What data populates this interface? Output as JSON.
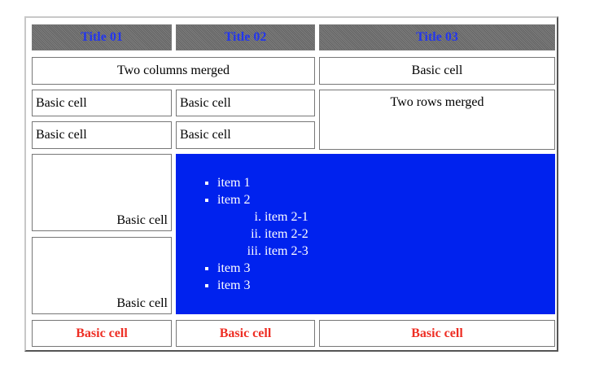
{
  "headers": [
    "Title 01",
    "Title 02",
    "Title 03"
  ],
  "row1": {
    "merged_columns": "Two columns merged",
    "basic": "Basic cell"
  },
  "row2": {
    "c1": "Basic cell",
    "c2": "Basic cell",
    "merged_rows": "Two rows merged"
  },
  "row3": {
    "c1": "Basic cell",
    "c2": "Basic cell"
  },
  "row4": {
    "c1": "Basic cell"
  },
  "row5": {
    "c1": "Basic cell"
  },
  "list": {
    "item1": "item 1",
    "item2": "item 2",
    "sub": [
      "item 2-1",
      "item 2-2",
      "item 2-3"
    ],
    "item3a": "item 3",
    "item3b": "item 3"
  },
  "footer": [
    "Basic cell",
    "Basic cell",
    "Basic cell"
  ],
  "colors": {
    "header_text": "#2336ee",
    "header_bg": "#6f6f6f",
    "list_bg": "#0022ee",
    "footer_text": "#ee2e24"
  }
}
